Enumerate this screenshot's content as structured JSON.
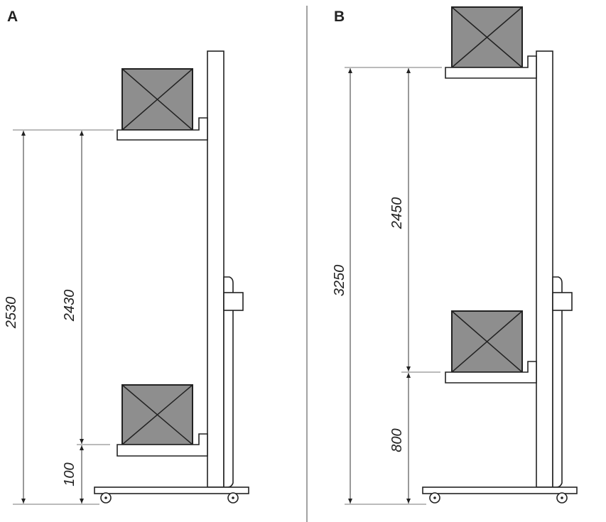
{
  "panels": [
    {
      "label": "A",
      "dimensions": {
        "total": "2530",
        "upper": "2430",
        "lower": "100"
      }
    },
    {
      "label": "B",
      "dimensions": {
        "total": "3250",
        "upper": "2450",
        "lower": "800"
      }
    }
  ],
  "colors": {
    "load_box": "#8e8e8e",
    "line": "#222222"
  }
}
